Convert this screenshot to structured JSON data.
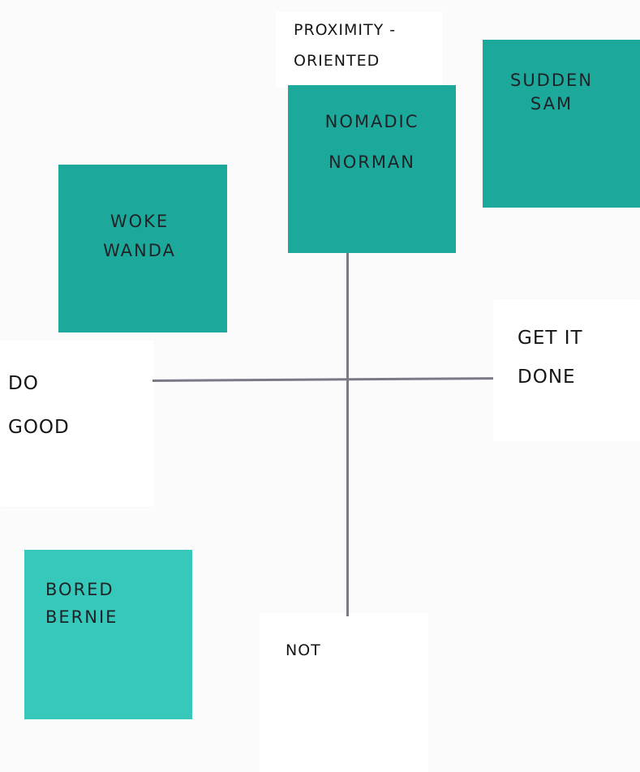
{
  "colors": {
    "note_dark": "#1ca99c",
    "note_light": "#35c8bb",
    "axis": "#7a7a86",
    "background": "#fbfbfb"
  },
  "labels": {
    "top": "PROXIMITY -\nORIENTED",
    "right": "GET IT\nDONE",
    "left": "DO\nGOOD",
    "bottom": "NOT"
  },
  "notes": {
    "nomadic": "NOMADIC\nNORMAN",
    "sudden": "SUDDEN\nSAM",
    "woke": "WOKE\nWANDA",
    "bored": "BORED\nBERNIE"
  }
}
